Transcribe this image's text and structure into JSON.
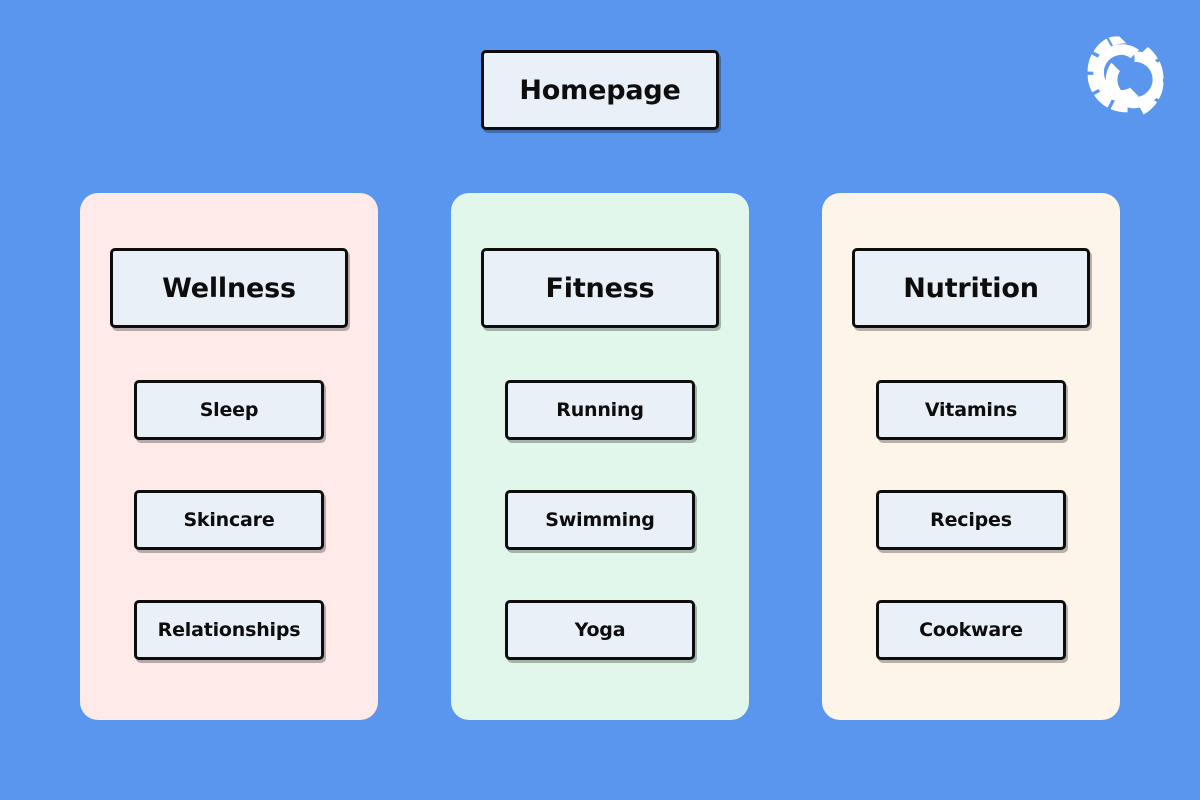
{
  "colors": {
    "background": "#5b96ee",
    "node_fill": "#e9f0f8",
    "node_border": "#0d0d0d",
    "panel_wellness": "#fdeae9",
    "panel_fitness": "#e2f7ec",
    "panel_nutrition": "#fdf4ea",
    "logo": "#ffffff"
  },
  "logo": {
    "icon": "two-interlocking-gears-icon"
  },
  "root": {
    "label": "Homepage"
  },
  "columns": [
    {
      "id": "wellness",
      "theme": "pink",
      "header": "Wellness",
      "items": [
        {
          "label": "Sleep"
        },
        {
          "label": "Skincare"
        },
        {
          "label": "Relationships"
        }
      ]
    },
    {
      "id": "fitness",
      "theme": "green",
      "header": "Fitness",
      "items": [
        {
          "label": "Running"
        },
        {
          "label": "Swimming"
        },
        {
          "label": "Yoga"
        }
      ]
    },
    {
      "id": "nutrition",
      "theme": "cream",
      "header": "Nutrition",
      "items": [
        {
          "label": "Vitamins"
        },
        {
          "label": "Recipes"
        },
        {
          "label": "Cookware"
        }
      ]
    }
  ]
}
